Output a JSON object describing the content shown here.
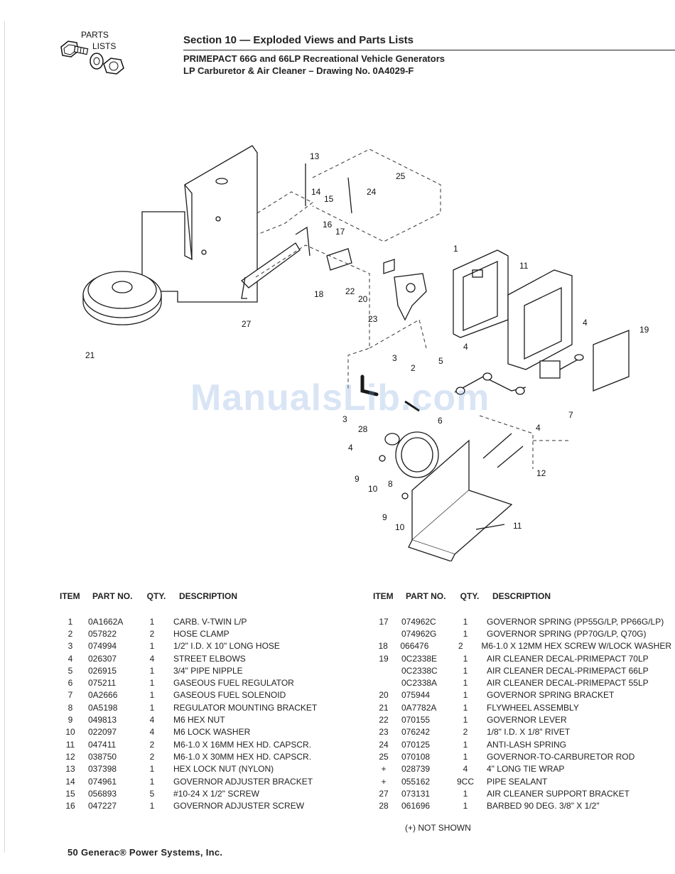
{
  "logo": {
    "line1": "PARTS",
    "line2": "LISTS"
  },
  "header": {
    "section": "Section 10 — Exploded Views and Parts Lists",
    "subtitle1": "PRIMEPACT 66G and 66LP Recreational Vehicle Generators",
    "subtitle2": "LP Carburetor & Air Cleaner – Drawing No. 0A4029-F"
  },
  "watermark": "ManualsLib.com",
  "diagram": {
    "callouts": [
      "13",
      "14",
      "15",
      "16",
      "17",
      "24",
      "25",
      "1",
      "11",
      "22",
      "20",
      "23",
      "18",
      "27",
      "21",
      "4",
      "19",
      "3",
      "2",
      "5",
      "4",
      "7",
      "4",
      "28",
      "3",
      "6",
      "4",
      "12",
      "9",
      "10",
      "8",
      "9",
      "10",
      "11"
    ]
  },
  "table_headers": {
    "item": "ITEM",
    "part": "PART NO.",
    "qty": "QTY.",
    "desc": "DESCRIPTION"
  },
  "left_rows": [
    {
      "item": "1",
      "part": "0A1662A",
      "qty": "1",
      "desc": "CARB. V-TWIN L/P"
    },
    {
      "item": "2",
      "part": "057822",
      "qty": "2",
      "desc": "HOSE CLAMP"
    },
    {
      "item": "3",
      "part": "074994",
      "qty": "1",
      "desc": "1/2\" I.D. X 10\" LONG HOSE"
    },
    {
      "item": "4",
      "part": "026307",
      "qty": "4",
      "desc": "STREET ELBOWS"
    },
    {
      "item": "5",
      "part": "026915",
      "qty": "1",
      "desc": "3/4\" PIPE NIPPLE"
    },
    {
      "item": "6",
      "part": "075211",
      "qty": "1",
      "desc": "GASEOUS FUEL REGULATOR"
    },
    {
      "item": "7",
      "part": "0A2666",
      "qty": "1",
      "desc": "GASEOUS FUEL SOLENOID"
    },
    {
      "item": "8",
      "part": "0A5198",
      "qty": "1",
      "desc": "REGULATOR MOUNTING BRACKET"
    },
    {
      "item": "9",
      "part": "049813",
      "qty": "4",
      "desc": "M6 HEX NUT"
    },
    {
      "item": "10",
      "part": "022097",
      "qty": "4",
      "desc": "M6 LOCK WASHER"
    },
    {
      "item": "11",
      "part": "047411",
      "qty": "2",
      "desc": "M6-1.0 X 16MM HEX HD. CAPSCR."
    },
    {
      "item": "12",
      "part": "038750",
      "qty": "2",
      "desc": "M6-1.0 X 30MM HEX HD. CAPSCR."
    },
    {
      "item": "13",
      "part": "037398",
      "qty": "1",
      "desc": "HEX LOCK NUT (NYLON)"
    },
    {
      "item": "14",
      "part": "074961",
      "qty": "1",
      "desc": "GOVERNOR ADJUSTER BRACKET"
    },
    {
      "item": "15",
      "part": "056893",
      "qty": "5",
      "desc": "#10-24 X 1/2\" SCREW"
    },
    {
      "item": "16",
      "part": "047227",
      "qty": "1",
      "desc": "GOVERNOR ADJUSTER SCREW"
    }
  ],
  "right_rows": [
    {
      "item": "17",
      "part": "074962C",
      "qty": "1",
      "desc": "GOVERNOR SPRING (PP55G/LP, PP66G/LP)"
    },
    {
      "item": "",
      "part": "074962G",
      "qty": "1",
      "desc": "GOVERNOR SPRING (PP70G/LP, Q70G)"
    },
    {
      "item": "18",
      "part": "066476",
      "qty": "2",
      "desc": "M6-1.0 X 12MM HEX SCREW W/LOCK WASHER"
    },
    {
      "item": "19",
      "part": "0C2338E",
      "qty": "1",
      "desc": "AIR CLEANER DECAL-PRIMEPACT 70LP"
    },
    {
      "item": "",
      "part": "0C2338C",
      "qty": "1",
      "desc": "AIR CLEANER DECAL-PRIMEPACT 66LP"
    },
    {
      "item": "",
      "part": "0C2338A",
      "qty": "1",
      "desc": "AIR CLEANER DECAL-PRIMEPACT 55LP"
    },
    {
      "item": "20",
      "part": "075944",
      "qty": "1",
      "desc": "GOVERNOR SPRING BRACKET"
    },
    {
      "item": "21",
      "part": "0A7782A",
      "qty": "1",
      "desc": "FLYWHEEL ASSEMBLY"
    },
    {
      "item": "22",
      "part": "070155",
      "qty": "1",
      "desc": "GOVERNOR LEVER"
    },
    {
      "item": "23",
      "part": "076242",
      "qty": "2",
      "desc": "1/8\" I.D. X 1/8\" RIVET"
    },
    {
      "item": "24",
      "part": "070125",
      "qty": "1",
      "desc": "ANTI-LASH SPRING"
    },
    {
      "item": "25",
      "part": "070108",
      "qty": "1",
      "desc": "GOVERNOR-TO-CARBURETOR ROD"
    },
    {
      "item": "+",
      "part": "028739",
      "qty": "4",
      "desc": "4\" LONG TIE WRAP"
    },
    {
      "item": "+",
      "part": "055162",
      "qty": "9CC",
      "desc": "PIPE SEALANT"
    },
    {
      "item": "27",
      "part": "073131",
      "qty": "1",
      "desc": "AIR CLEANER SUPPORT BRACKET"
    },
    {
      "item": "28",
      "part": "061696",
      "qty": "1",
      "desc": "BARBED 90 DEG. 3/8\" X 1/2\""
    }
  ],
  "note": "(+) NOT SHOWN",
  "footer": "50  Generac® Power Systems, Inc."
}
